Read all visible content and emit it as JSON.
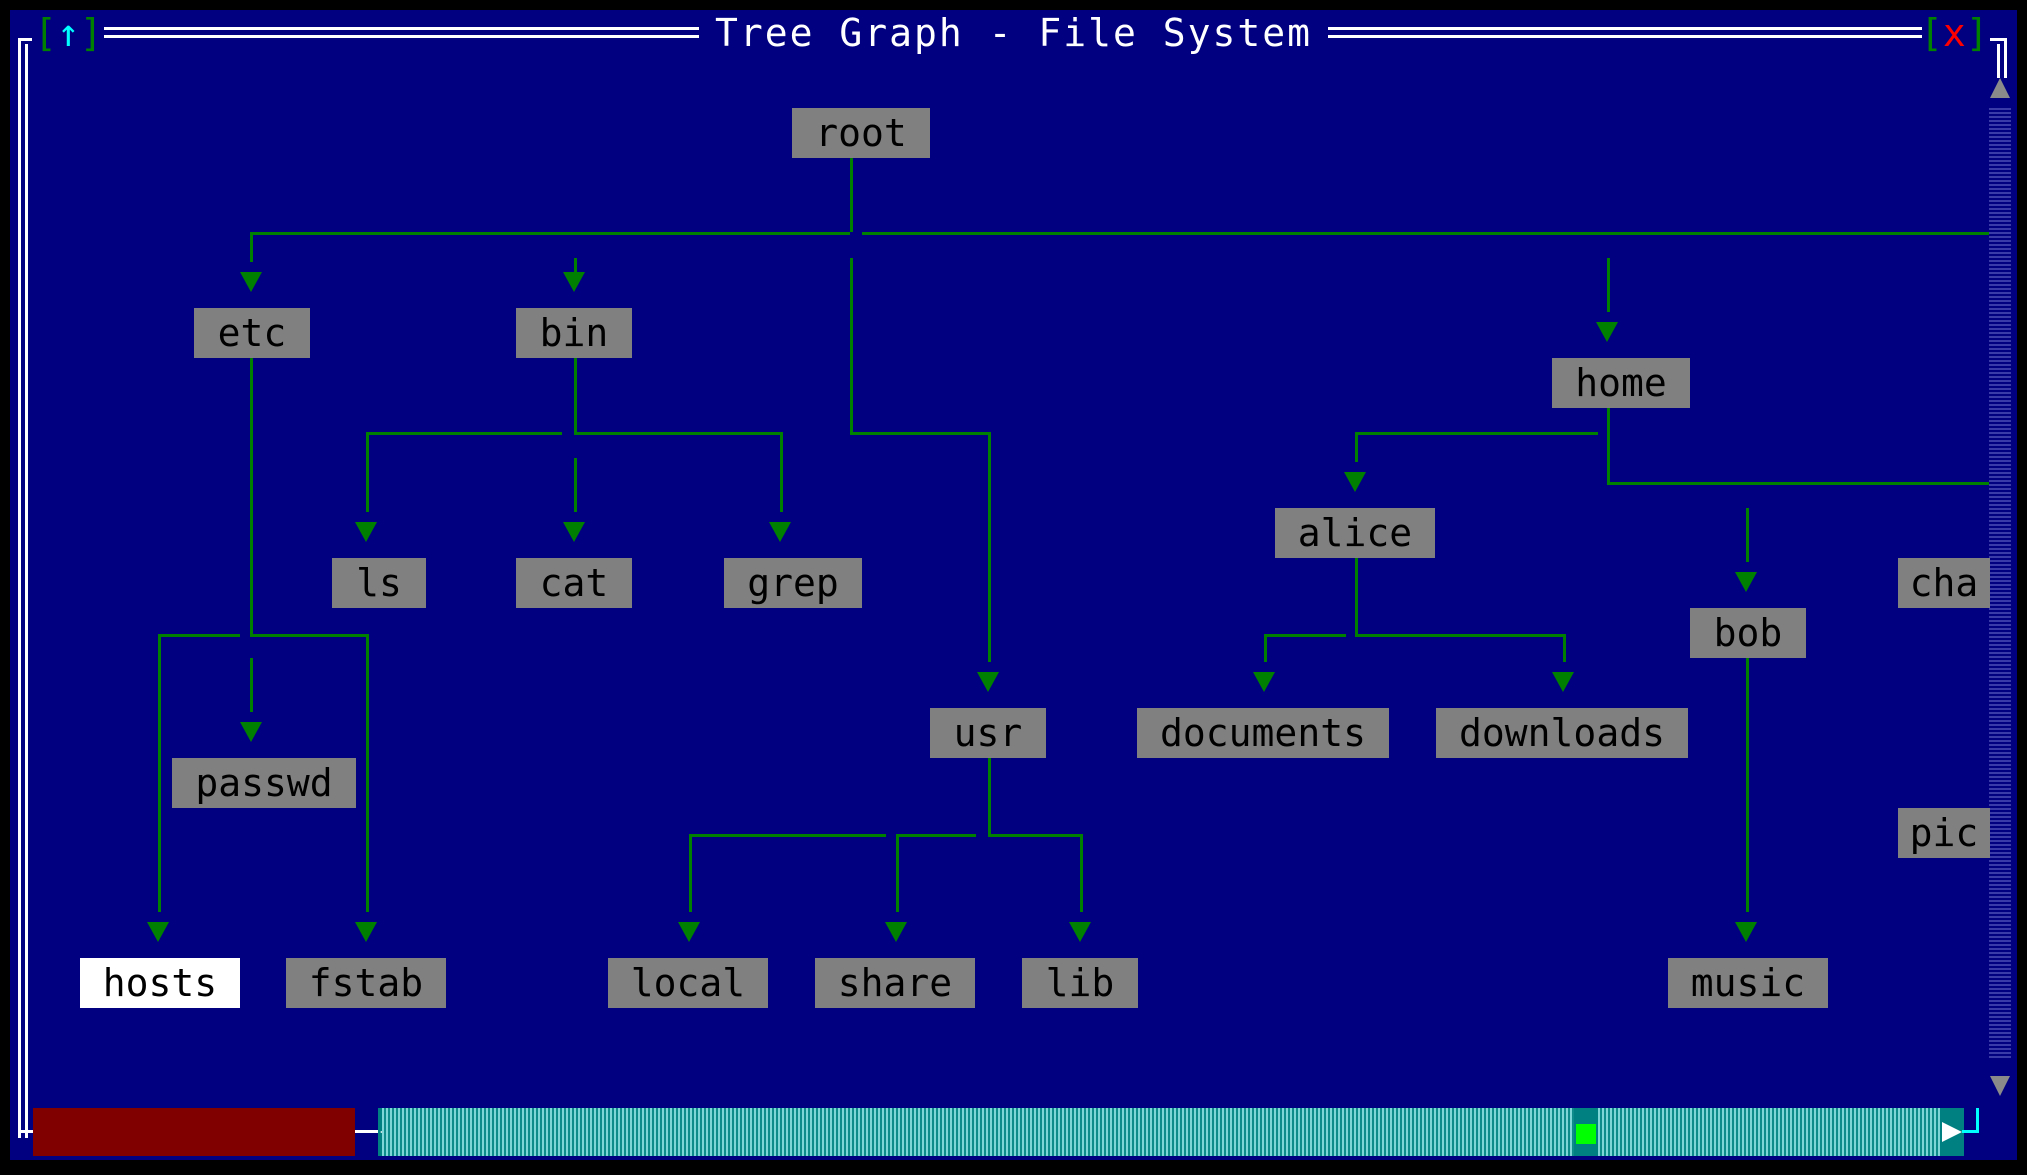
{
  "window": {
    "title": "Tree Graph - File System",
    "up_glyph": "↑",
    "close_glyph": "x"
  },
  "tree": {
    "nodes": [
      {
        "id": "root",
        "label": "root"
      },
      {
        "id": "etc",
        "label": "etc"
      },
      {
        "id": "bin",
        "label": "bin"
      },
      {
        "id": "home",
        "label": "home"
      },
      {
        "id": "ls",
        "label": "ls"
      },
      {
        "id": "cat",
        "label": "cat"
      },
      {
        "id": "grep",
        "label": "grep"
      },
      {
        "id": "alice",
        "label": "alice"
      },
      {
        "id": "bob",
        "label": "bob"
      },
      {
        "id": "cha",
        "label": "cha"
      },
      {
        "id": "passwd",
        "label": "passwd"
      },
      {
        "id": "usr",
        "label": "usr"
      },
      {
        "id": "documents",
        "label": "documents"
      },
      {
        "id": "downloads",
        "label": "downloads"
      },
      {
        "id": "pic",
        "label": "pic"
      },
      {
        "id": "hosts",
        "label": "hosts",
        "selected": true
      },
      {
        "id": "fstab",
        "label": "fstab"
      },
      {
        "id": "local",
        "label": "local"
      },
      {
        "id": "share",
        "label": "share"
      },
      {
        "id": "lib",
        "label": "lib"
      },
      {
        "id": "music",
        "label": "music"
      }
    ]
  },
  "colors": {
    "background": "#000080",
    "node": "#808080",
    "selected_node": "#ffffff",
    "edge": "#008000",
    "close": "#ff0000",
    "up": "#00ffff",
    "status_block": "#800000",
    "scroll_thumb": "#00ff00"
  }
}
